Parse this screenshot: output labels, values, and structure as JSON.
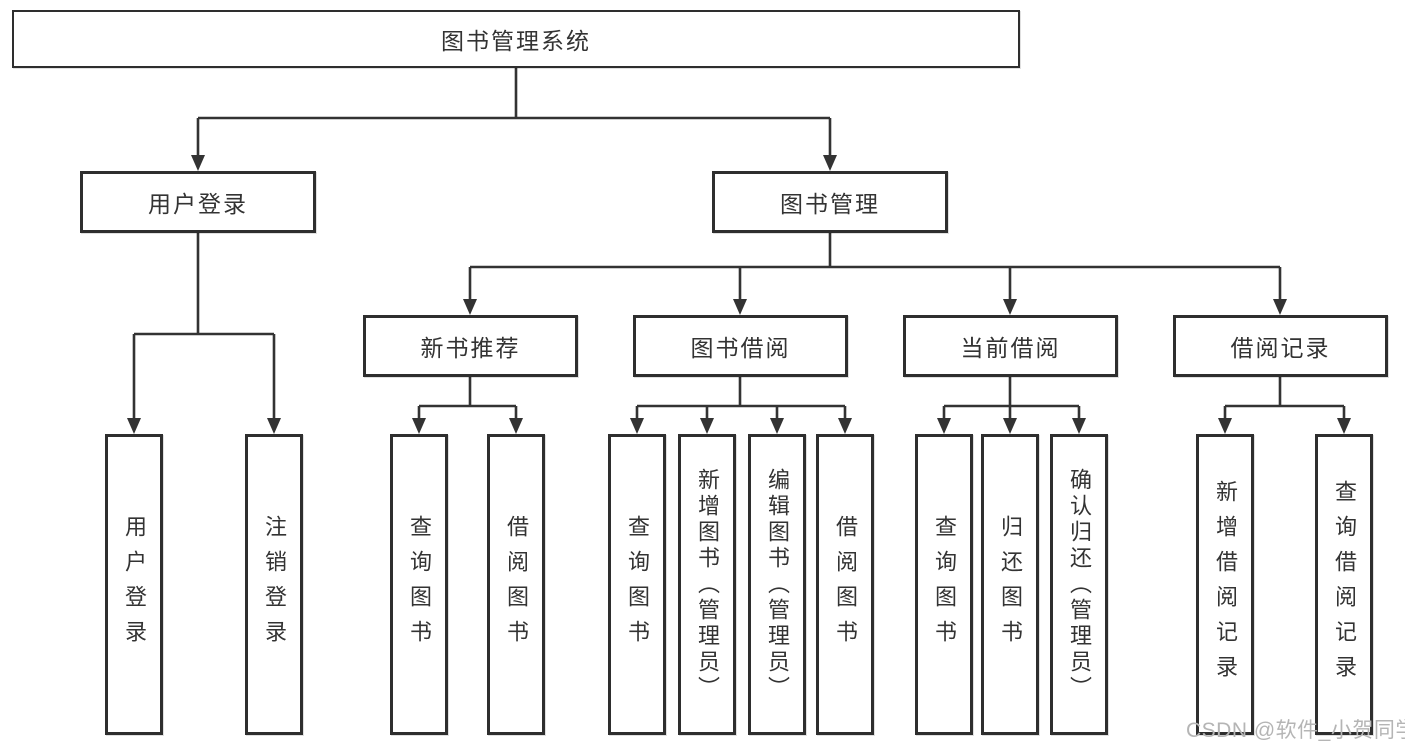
{
  "title": {
    "label": "图书管理系统"
  },
  "level1": [
    {
      "label": "用户登录"
    },
    {
      "label": "图书管理"
    }
  ],
  "level2": [
    {
      "label": "新书推荐"
    },
    {
      "label": "图书借阅"
    },
    {
      "label": "当前借阅"
    },
    {
      "label": "借阅记录"
    }
  ],
  "leaves": {
    "user_login": [
      {
        "label": "用户登录"
      },
      {
        "label": "注销登录"
      }
    ],
    "new_book": [
      {
        "label": "查询图书"
      },
      {
        "label": "借阅图书"
      }
    ],
    "book_borrow": [
      {
        "label": "查询图书"
      },
      {
        "label": "新增图书（管理员）"
      },
      {
        "label": "编辑图书（管理员）"
      },
      {
        "label": "借阅图书"
      }
    ],
    "current_borrow": [
      {
        "label": "查询图书"
      },
      {
        "label": "归还图书"
      },
      {
        "label": "确认归还（管理员）"
      }
    ],
    "borrow_records": [
      {
        "label": "新增借阅记录"
      },
      {
        "label": "查询借阅记录"
      }
    ]
  },
  "watermark": {
    "text": "CSDN @软件_小贺同学"
  },
  "colors": {
    "line": "#333333",
    "box_border": "#2e2e2e",
    "text": "#333333",
    "watermark": "#b5b5b5",
    "background": "#ffffff"
  }
}
